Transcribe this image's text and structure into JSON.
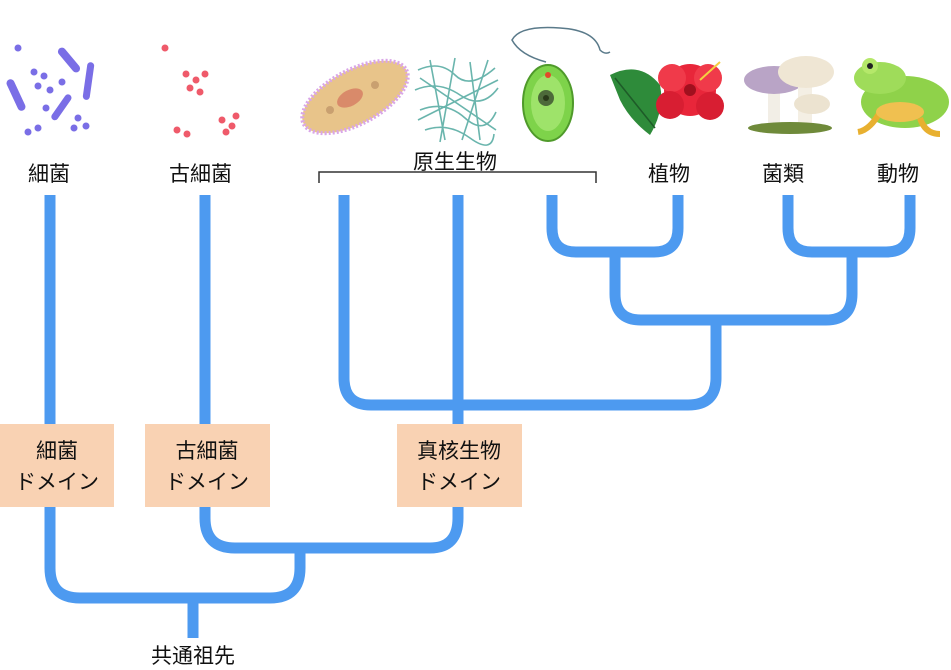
{
  "taxa": {
    "bacteria": "細菌",
    "archaea": "古細菌",
    "protists": "原生生物",
    "plants": "植物",
    "fungi": "菌類",
    "animals": "動物"
  },
  "domains": {
    "bacteria": {
      "line1": "細菌",
      "line2": "ドメイン"
    },
    "archaea": {
      "line1": "古細菌",
      "line2": "ドメイン"
    },
    "eukarya": {
      "line1": "真核生物",
      "line2": "ドメイン"
    }
  },
  "root_label": "共通祖先",
  "colors": {
    "branch": "#4d9af0",
    "domain_box": "#f9d2b3",
    "bacteria_icon": "#7a6ee6",
    "archaea_icon": "#ef5a6a",
    "paramecium": "#e8c48a",
    "algae": "#6ab5ad",
    "euglena": "#7ed34a",
    "hibiscus": "#e8263a",
    "leaf": "#2e8b3a",
    "mushroom_cap": "#b9a4c6",
    "frog": "#8fd24a"
  },
  "icons": [
    "bacteria-icon",
    "archaea-icon",
    "paramecium-icon",
    "algae-icon",
    "euglena-icon",
    "hibiscus-icon",
    "mushroom-icon",
    "frog-icon"
  ]
}
